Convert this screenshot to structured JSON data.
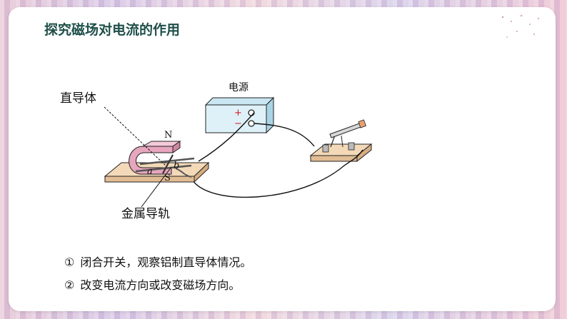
{
  "slide": {
    "title": "探究磁场对电流的作用"
  },
  "diagram": {
    "labels": {
      "power_supply": "电源",
      "plus": "+",
      "minus": "−",
      "straight_conductor": "直导体",
      "north": "N",
      "south": "S",
      "point_a": "a",
      "point_b": "b",
      "metal_rail": "金属导轨"
    }
  },
  "steps": [
    {
      "marker": "①",
      "text": "闭合开关，观察铝制直导体情况。"
    },
    {
      "marker": "②",
      "text": "改变电流方向或改变磁场方向。"
    }
  ]
}
